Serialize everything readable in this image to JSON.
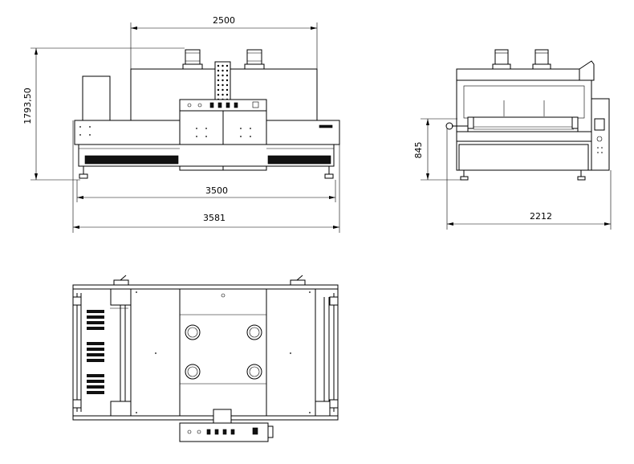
{
  "dimensions": {
    "front_top_width": "2500",
    "front_height": "1793,50",
    "front_width_inner": "3500",
    "front_width_outer": "3581",
    "side_height": "845",
    "side_width": "2212"
  }
}
